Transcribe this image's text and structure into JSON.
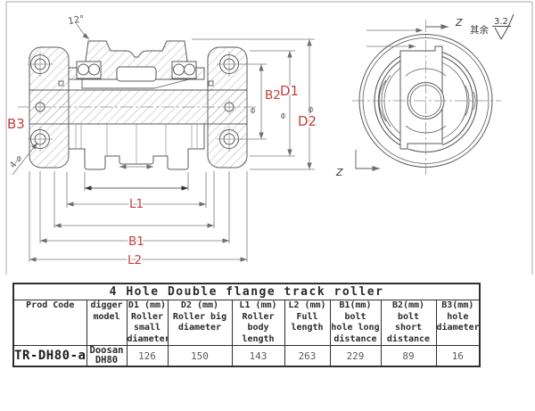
{
  "drawing": {
    "front_view": {
      "angle_label": "12°",
      "hole_note": "4-⌀",
      "diameter_symbol": "⌀",
      "labels": {
        "B3": "B3",
        "B2": "B2",
        "D1": "D1",
        "D2": "D2",
        "L1": "L1",
        "B1": "B1",
        "L2": "L2"
      }
    },
    "side_view": {
      "section_label_top": "Z",
      "section_label_bottom": "Z",
      "roughness_prefix": "其余",
      "roughness_value": "3.2"
    },
    "colors": {
      "label_red": "#c0403c",
      "line_gray": "#5a5a5a"
    }
  },
  "table": {
    "title": "4 Hole Double flange track roller",
    "columns": [
      {
        "lines": [
          "Prod Code"
        ]
      },
      {
        "lines": [
          "digger",
          "model"
        ]
      },
      {
        "lines": [
          "D1 (mm)",
          "Roller",
          "small",
          "diameter"
        ]
      },
      {
        "lines": [
          "D2 (mm)",
          "Roller big",
          "diameter"
        ]
      },
      {
        "lines": [
          "L1 (mm)",
          "Roller",
          "body",
          "length"
        ]
      },
      {
        "lines": [
          "L2 (mm)",
          "Full",
          "length"
        ]
      },
      {
        "lines": [
          "B1(mm)",
          "bolt",
          "hole long",
          "distance"
        ]
      },
      {
        "lines": [
          "B2(mm)",
          "bolt",
          "short",
          "distance"
        ]
      },
      {
        "lines": [
          "B3(mm)",
          "hole",
          "diameter"
        ]
      }
    ],
    "row": {
      "prod_code": "TR-DH80-a",
      "digger_model_lines": [
        "Doosan",
        "DH80"
      ],
      "values": [
        "126",
        "150",
        "143",
        "263",
        "229",
        "89",
        "16"
      ]
    }
  }
}
